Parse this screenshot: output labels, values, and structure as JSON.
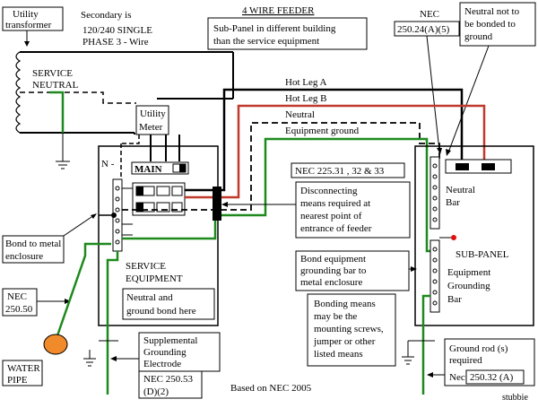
{
  "title": "4 WIRE FEEDER",
  "utility_transformer": [
    "Utility",
    "transformer"
  ],
  "secondary": [
    "Secondary is",
    "120/240 SINGLE",
    "PHASE 3 - Wire"
  ],
  "service_neutral": [
    "SERVICE",
    "NEUTRAL"
  ],
  "subpanel_note": [
    "Sub-Panel in different building",
    "than the service equipment"
  ],
  "nec_25024": [
    "NEC",
    "250.24(A)(5)"
  ],
  "neutral_not_bonded": [
    "Neutral not to",
    "be bonded to",
    "ground"
  ],
  "utility_meter": [
    "Utility",
    "Meter"
  ],
  "n_label": "N -",
  "main_label": "MAIN",
  "hot_leg_a": "Hot Leg A",
  "hot_leg_b": "Hot Leg B",
  "neutral_wire": "Neutral",
  "equipment_ground": "Equipment ground",
  "nec_22531": "NEC 225.31 , 32 & 33",
  "disconnecting": [
    "Disconnecting",
    "means required at",
    "nearest point of",
    "entrance of feeder"
  ],
  "neutral_bar": [
    "Neutral",
    "Bar"
  ],
  "bond_to_metal": [
    "Bond to metal",
    "enclosure"
  ],
  "service_equipment": [
    "SERVICE",
    "EQUIPMENT"
  ],
  "bond_equipment_grounding": [
    "Bond equipment",
    "grounding bar to",
    "metal enclosure"
  ],
  "sub_panel": "SUB-PANEL",
  "equipment_grounding_bar": [
    "Equipment",
    "Grounding",
    "Bar"
  ],
  "nec_25050": [
    "NEC",
    "250.50"
  ],
  "neutral_ground_bond": [
    "Neutral and",
    "ground bond here"
  ],
  "bonding_means": [
    "Bonding means",
    "may be the",
    "mounting screws,",
    "jumper or other",
    "listed means"
  ],
  "water_pipe": [
    "WATER",
    "PIPE"
  ],
  "supplemental": [
    "Supplemental",
    "Grounding",
    "Electrode"
  ],
  "nec_25053": [
    "NEC 250.53",
    "(D)(2)"
  ],
  "ground_rod": [
    "Ground rod (s)",
    "required"
  ],
  "nec_25032": [
    "Nec",
    "250.32 (A)"
  ],
  "based_on": "Based on NEC 2005",
  "signature": "stubbie",
  "colors": {
    "hot_a": "#000000",
    "hot_b": "#c0392b",
    "neutral": "#000000",
    "ground": "#1e8a1e",
    "water_pipe": "#f08a2a",
    "ground_dot": "#e01010"
  }
}
